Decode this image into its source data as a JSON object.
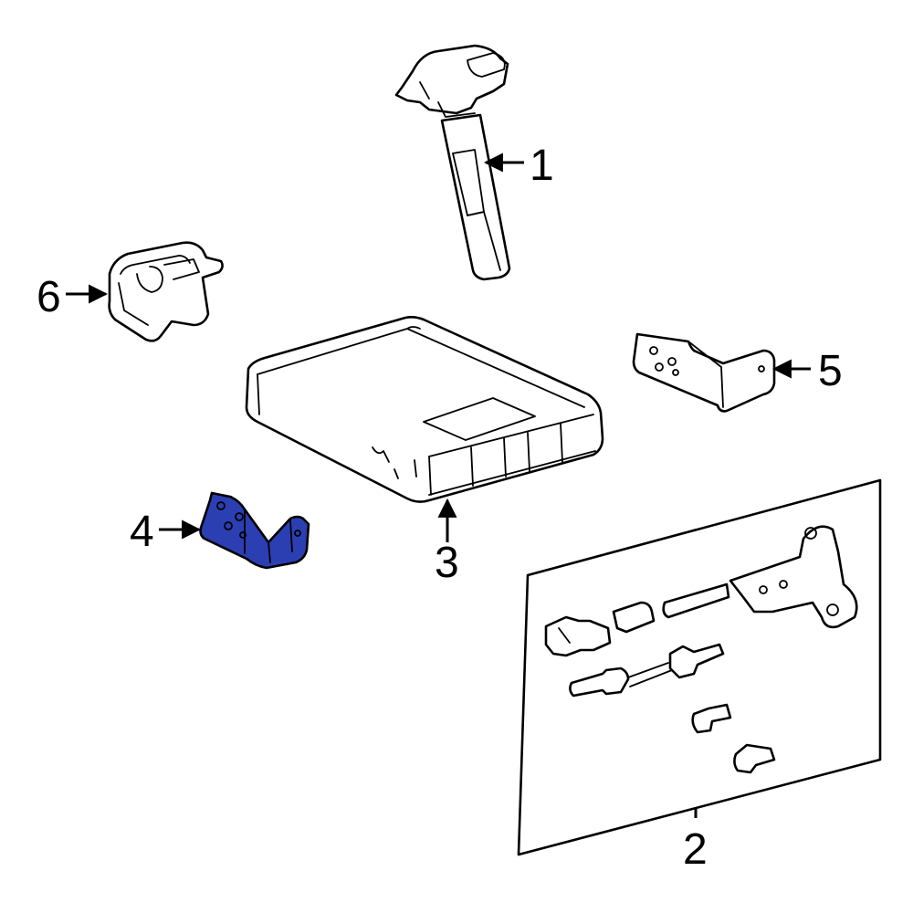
{
  "callouts": {
    "c1": "1",
    "c2": "2",
    "c3": "3",
    "c4": "4",
    "c5": "5",
    "c6": "6"
  },
  "colors": {
    "highlight": "#2b3fb3",
    "line": "#000000",
    "background": "#ffffff"
  },
  "highlighted_part": "4"
}
